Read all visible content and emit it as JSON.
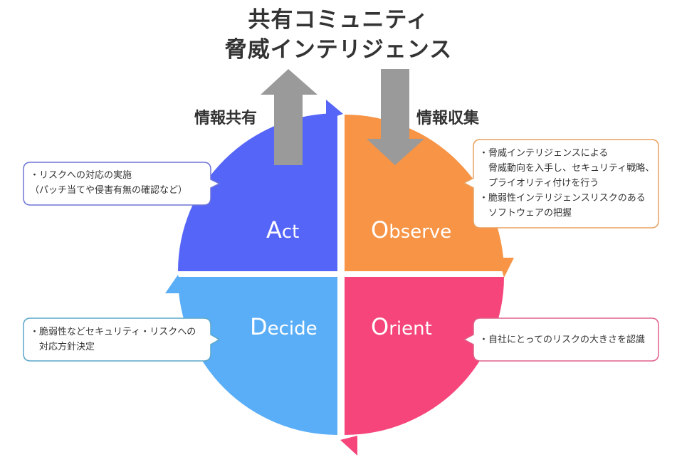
{
  "title": {
    "line1": "共有コミュニティ",
    "line2": "脅威インテリジェンス"
  },
  "arrows": {
    "share_label": "情報共有",
    "collect_label": "情報収集"
  },
  "quadrants": [
    {
      "key": "act",
      "initial": "A",
      "rest": "ct",
      "color": "#5565F7"
    },
    {
      "key": "observe",
      "initial": "O",
      "rest": "bserve",
      "color": "#F79446"
    },
    {
      "key": "orient",
      "initial": "O",
      "rest": "rient",
      "color": "#F5457B"
    },
    {
      "key": "decide",
      "initial": "D",
      "rest": "ecide",
      "color": "#5AAEF8"
    }
  ],
  "callouts": {
    "act": [
      "・リスクへの対応の実施",
      "（パッチ当てや侵害有無の確認など）"
    ],
    "observe": [
      "・脅威インテリジェンスによる",
      "　脅威動向を入手し、セキュリティ戦略、",
      "　プライオリティ付けを行う",
      "・脆弱性インテリジェンスリスクのある",
      "　ソフトウェアの把握"
    ],
    "decide": [
      "・脆弱性などセキュリティ・リスクへの",
      "　対応方針決定"
    ],
    "orient": [
      "・自社にとってのリスクの大きさを認識"
    ]
  }
}
